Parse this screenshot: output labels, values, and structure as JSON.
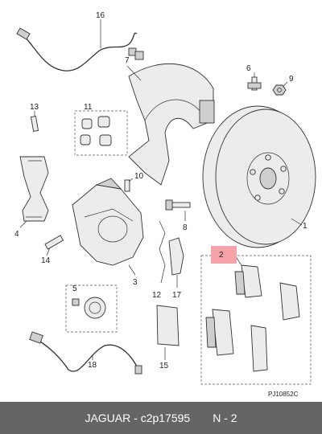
{
  "diagram": {
    "callouts": [
      {
        "id": "c16",
        "text": "16"
      },
      {
        "id": "c7",
        "text": "7"
      },
      {
        "id": "c6",
        "text": "6"
      },
      {
        "id": "c9",
        "text": "9"
      },
      {
        "id": "c13",
        "text": "13"
      },
      {
        "id": "c11",
        "text": "11"
      },
      {
        "id": "c3",
        "text": "3"
      },
      {
        "id": "c10",
        "text": "10"
      },
      {
        "id": "c4",
        "text": "4"
      },
      {
        "id": "c8",
        "text": "8"
      },
      {
        "id": "c1",
        "text": "1"
      },
      {
        "id": "c14",
        "text": "14"
      },
      {
        "id": "c2",
        "text": "2"
      },
      {
        "id": "c12",
        "text": "12"
      },
      {
        "id": "c17",
        "text": "17"
      },
      {
        "id": "c5",
        "text": "5"
      },
      {
        "id": "c18",
        "text": "18"
      },
      {
        "id": "c15",
        "text": "15"
      }
    ],
    "drawing_code": "PJ10852C",
    "highlight_color": "#f5a3a8"
  },
  "caption": {
    "brand": "JAGUAR",
    "separator": "-",
    "part_code": "c2p17595",
    "position": "N - 2"
  }
}
